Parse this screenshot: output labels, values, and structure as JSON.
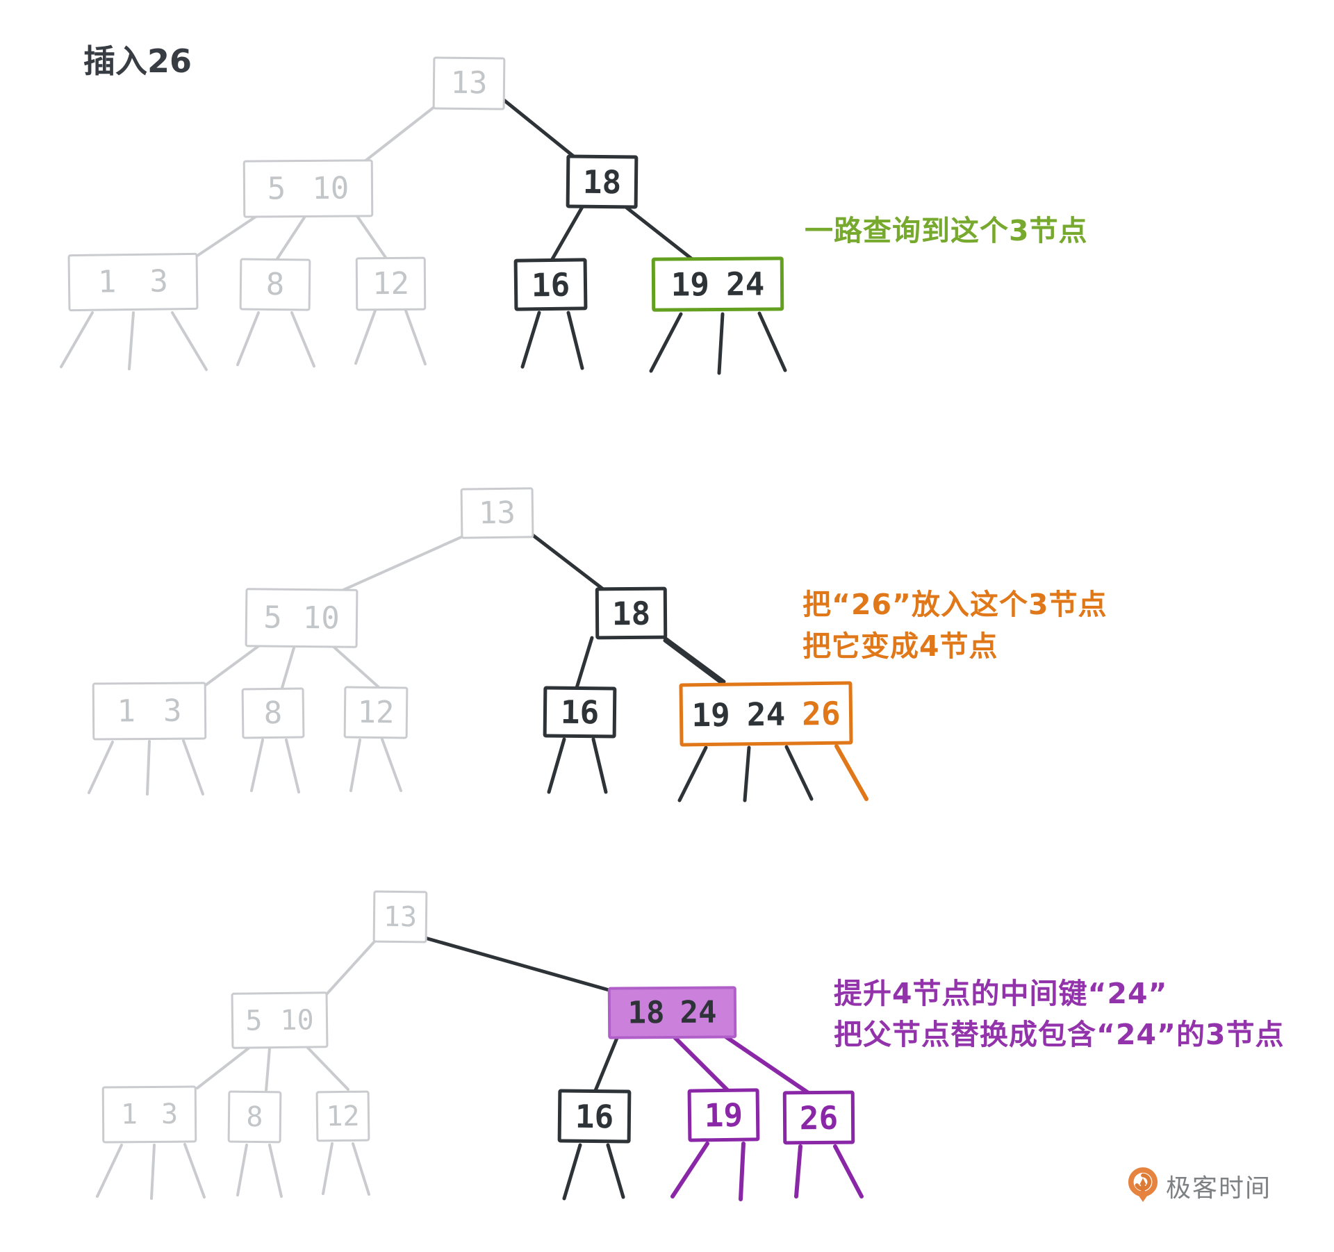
{
  "page": {
    "title": "插入26"
  },
  "colors": {
    "background": "#ffffff",
    "faded_gray": "#c9cbce",
    "dark": "#2e3338",
    "green": "#63a01f",
    "green_text": "#76a92d",
    "orange": "#e0781a",
    "purple_stroke": "#8a27a7",
    "purple_text": "#9333ab",
    "purple_node_fill": "#cb80dc",
    "logo_orange": "#e5833f"
  },
  "steps": [
    {
      "annotation": {
        "lines": [
          "一路查询到这个3节点"
        ],
        "color": "#76a92d"
      },
      "nodes": {
        "n13": {
          "keys": [
            "13"
          ]
        },
        "n5_10": {
          "keys": [
            "5",
            "10"
          ]
        },
        "n1_3": {
          "keys": [
            "1",
            "3"
          ]
        },
        "n8": {
          "keys": [
            "8"
          ]
        },
        "n12": {
          "keys": [
            "12"
          ]
        },
        "n18": {
          "keys": [
            "18"
          ]
        },
        "n16": {
          "keys": [
            "16"
          ]
        },
        "n19_24": {
          "keys": [
            "19",
            "24"
          ]
        }
      }
    },
    {
      "annotation": {
        "lines": [
          "把“26”放入这个3节点",
          "把它变成4节点"
        ],
        "color": "#e0781a"
      },
      "nodes": {
        "n13": {
          "keys": [
            "13"
          ]
        },
        "n5_10": {
          "keys": [
            "5",
            "10"
          ]
        },
        "n1_3": {
          "keys": [
            "1",
            "3"
          ]
        },
        "n8": {
          "keys": [
            "8"
          ]
        },
        "n12": {
          "keys": [
            "12"
          ]
        },
        "n18": {
          "keys": [
            "18"
          ]
        },
        "n16": {
          "keys": [
            "16"
          ]
        },
        "n19_24_26": {
          "keys": [
            "19",
            "24",
            "26"
          ]
        }
      }
    },
    {
      "annotation": {
        "lines": [
          "提升4节点的中间键“24”",
          "把父节点替换成包含“24”的3节点"
        ],
        "color": "#9333ab"
      },
      "nodes": {
        "n13": {
          "keys": [
            "13"
          ]
        },
        "n5_10": {
          "keys": [
            "5",
            "10"
          ]
        },
        "n1_3": {
          "keys": [
            "1",
            "3"
          ]
        },
        "n8": {
          "keys": [
            "8"
          ]
        },
        "n12": {
          "keys": [
            "12"
          ]
        },
        "n18_24": {
          "keys": [
            "18",
            "24"
          ]
        },
        "n16": {
          "keys": [
            "16"
          ]
        },
        "n19": {
          "keys": [
            "19"
          ]
        },
        "n26": {
          "keys": [
            "26"
          ]
        }
      }
    }
  ],
  "logo": {
    "text": "极客时间"
  }
}
